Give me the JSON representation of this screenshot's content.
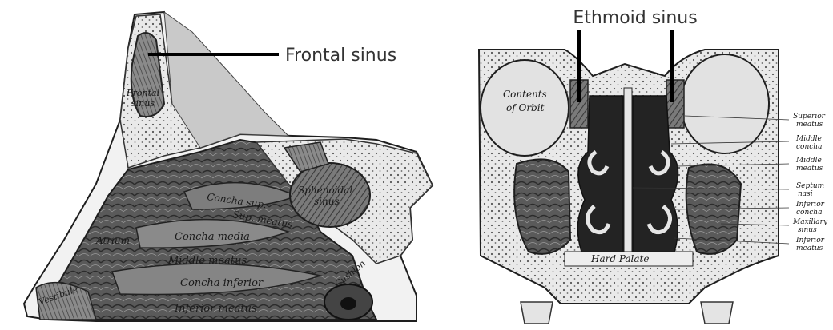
{
  "callouts": {
    "frontal_sinus": "Frontal sinus",
    "ethmoid_sinus": "Ethmoid sinus"
  },
  "left_figure": {
    "frontal_sinus": [
      "Frontal",
      "sinus"
    ],
    "sphenoidal_sinus": [
      "Sphenoidal",
      "sinus"
    ],
    "concha_superior": "Concha sup.",
    "superior_meatus": "Sup. meatus",
    "atrium": "Atrium",
    "concha_media": "Concha media",
    "middle_meatus": "Middle meatus",
    "concha_inferior": "Concha inferior",
    "inferior_meatus": "Inferior meatus",
    "vestibule": "Vestibule",
    "cushion": "Cushion"
  },
  "right_figure": {
    "contents_of_orbit": [
      "Contents",
      "of Orbit"
    ],
    "hard_palate": "Hard Palate",
    "side_labels": [
      [
        "Superior",
        "meatus"
      ],
      [
        "Middle",
        "concha"
      ],
      [
        "Middle",
        "meatus"
      ],
      [
        "Septum",
        "nasi"
      ],
      [
        "Inferior",
        "concha"
      ],
      [
        "Maxillary",
        "sinus"
      ],
      [
        "Inferior",
        "meatus"
      ]
    ]
  },
  "colors": {
    "ink": "#1e1e1e",
    "bone": "#e6e6e6",
    "soft_tissue": "#6e6e6e",
    "cavity": "#2b2b2b",
    "callout_line": "#000000"
  }
}
